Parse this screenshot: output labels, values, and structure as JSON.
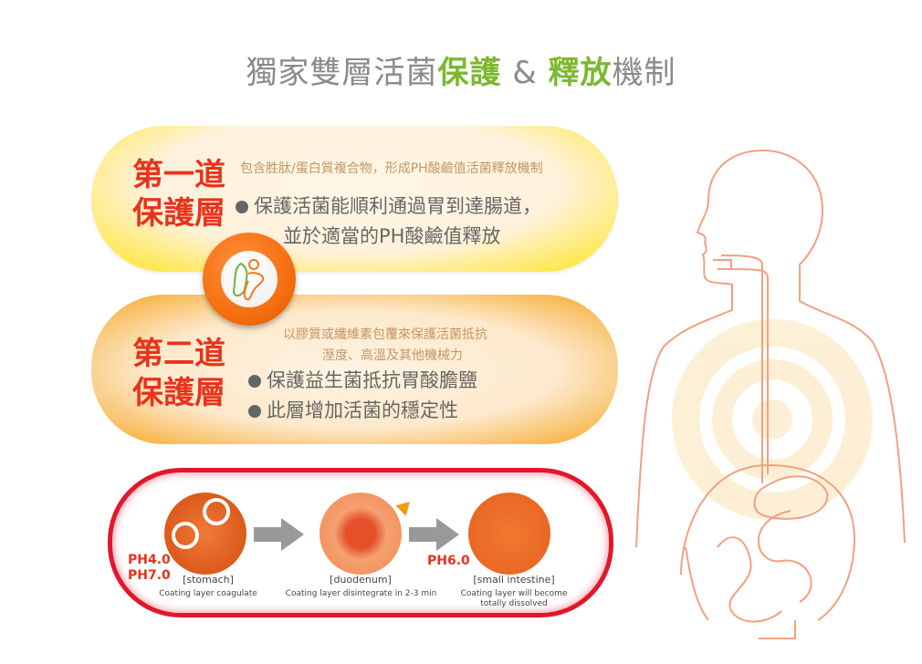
{
  "title": {
    "part1": "獨家雙層活菌",
    "part2": "保護",
    "part3": " & ",
    "part4": "釋放",
    "part5": "機制"
  },
  "layer1": {
    "heading1": "第一道",
    "heading2": "保護層",
    "note": "包含胜肽/蛋白質複合物，形成PH酸鹼值活菌釋放機制",
    "line1": "保護活菌能順利通過胃到達腸道，",
    "line2": "並於適當的PH酸鹼值釋放"
  },
  "layer2": {
    "heading1": "第二道",
    "heading2": "保護層",
    "note1": "以膠質或纖維素包覆來保護活菌抵抗",
    "note2": "溼度、高溫及其他機械力",
    "bullet1": "保護益生菌抵抗胃酸膽鹽",
    "bullet2": "此層增加活菌的穩定性"
  },
  "stages": {
    "ph_a": "PH4.0",
    "ph_b": "PH7.0",
    "ph_c": "PH6.0",
    "items": [
      {
        "label": "[stomach]",
        "caption": "Coating layer coagulate"
      },
      {
        "label": "[duodenum]",
        "caption": "Coating layer disintegrate in 2-3 min"
      },
      {
        "label": "[small intestine]",
        "caption": "Coating layer will become totally dissolved"
      }
    ]
  },
  "colors": {
    "red": "#e8331c",
    "green": "#7cb82f",
    "gray": "#8a8a8a",
    "body": "#f2a080"
  }
}
